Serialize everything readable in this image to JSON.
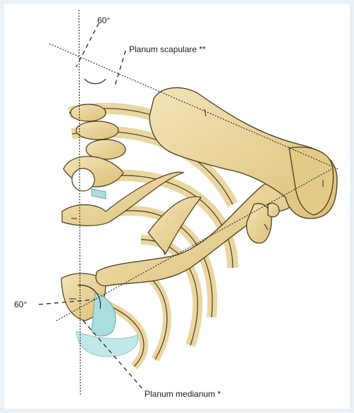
{
  "labels": {
    "angle_top": "60°",
    "angle_left": "60°",
    "plane_scapular": "Planum scapulare **",
    "plane_median": "Planum medianum *"
  },
  "colors": {
    "bone_fill": "#ecd9a2",
    "bone_shade": "#d8bd73",
    "bone_outline": "#4a3a1c",
    "cartilage": "#a9dede",
    "line": "#222222"
  }
}
